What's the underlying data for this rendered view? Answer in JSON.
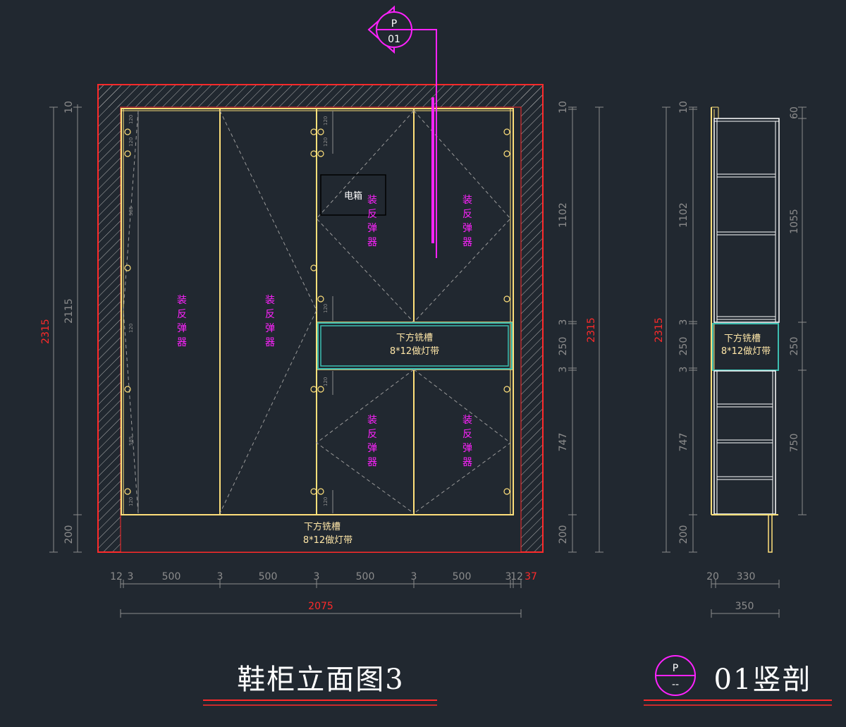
{
  "title_main": "鞋柜立面图3",
  "title_section": "01竖剖",
  "section_bubble": {
    "top": "P",
    "bottom": "01"
  },
  "title_bubble": {
    "top": "P",
    "bottom": "--"
  },
  "elevation": {
    "left_dims": [
      "2315",
      "2115",
      "200",
      "10"
    ],
    "right_dims": [
      "10",
      "1102",
      "3",
      "250",
      "3",
      "747",
      "200"
    ],
    "right_total": "2315",
    "bottom_dims": [
      "12",
      "3",
      "500",
      "3",
      "500",
      "3",
      "500",
      "3",
      "500",
      "3",
      "12",
      "37"
    ],
    "bottom_total": "2075",
    "hinge_dims": [
      "120",
      "120",
      "585",
      "120",
      "120",
      "585",
      "120",
      "120",
      "120",
      "120"
    ],
    "door_label_chars": [
      "装",
      "反",
      "弹",
      "器"
    ],
    "box_label": "电箱",
    "groove_label_1": "下方铣槽",
    "groove_label_2": "8*12做灯带"
  },
  "section": {
    "left_dims": [
      "2315",
      "10",
      "1102",
      "3",
      "250",
      "3",
      "747",
      "200"
    ],
    "right_dims": [
      "60",
      "1055",
      "250",
      "750"
    ],
    "bottom_dims": [
      "20",
      "330"
    ],
    "bottom_total": "350",
    "groove_label_1": "下方铣槽",
    "groove_label_2": "8*12做灯带"
  },
  "colors": {
    "background": "#212830",
    "wall": "#ff2a2a",
    "panel": "#ffe07a",
    "magenta": "#ff22ff",
    "teal": "#3cbdb0",
    "dimension": "#8c8c8c"
  }
}
